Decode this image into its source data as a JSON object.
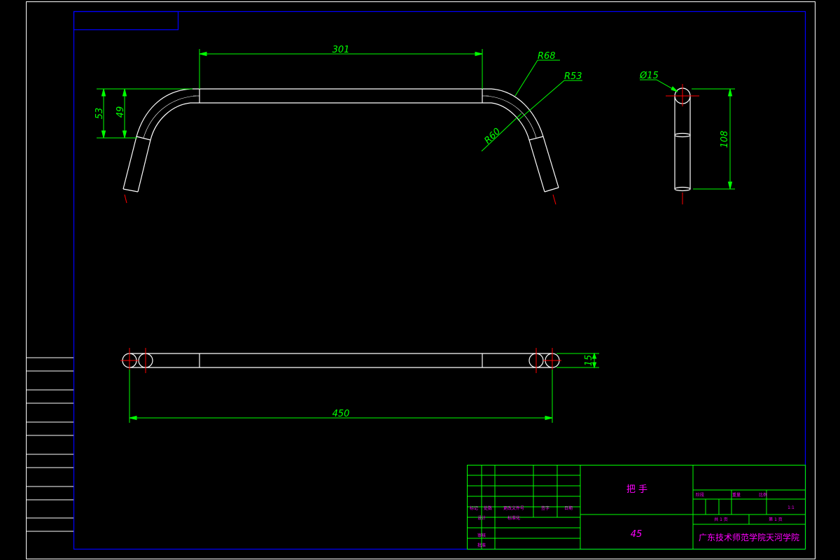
{
  "dimensions": {
    "top_length": "301",
    "outer_height": "53",
    "inner_height": "49",
    "radius_outer": "R68",
    "radius_mid": "R53",
    "radius_inner": "R60",
    "diameter": "Ø15",
    "side_height": "108",
    "overall_length": "450",
    "thickness": "15"
  },
  "title_block": {
    "part_name": "把 手",
    "material": "45",
    "school": "广东技术师范学院天河学院",
    "label_mark": "标记",
    "label_count": "处数",
    "label_change": "更改文件号",
    "label_sign": "签字",
    "label_date": "日期",
    "label_design": "设计",
    "label_standard": "标准化",
    "label_review": "审核",
    "label_approve": "批准",
    "label_stage": "阶段",
    "label_weight": "重量",
    "label_scale": "比例",
    "scale_value": "1:1",
    "sheets_total": "共 1 页",
    "sheet_no": "第 1 页"
  },
  "colors": {
    "frame": "#0000ff",
    "outline": "#ffffff",
    "dimension": "#00ff00",
    "centerline": "#ff0000",
    "title_text": "#ff00ff"
  }
}
